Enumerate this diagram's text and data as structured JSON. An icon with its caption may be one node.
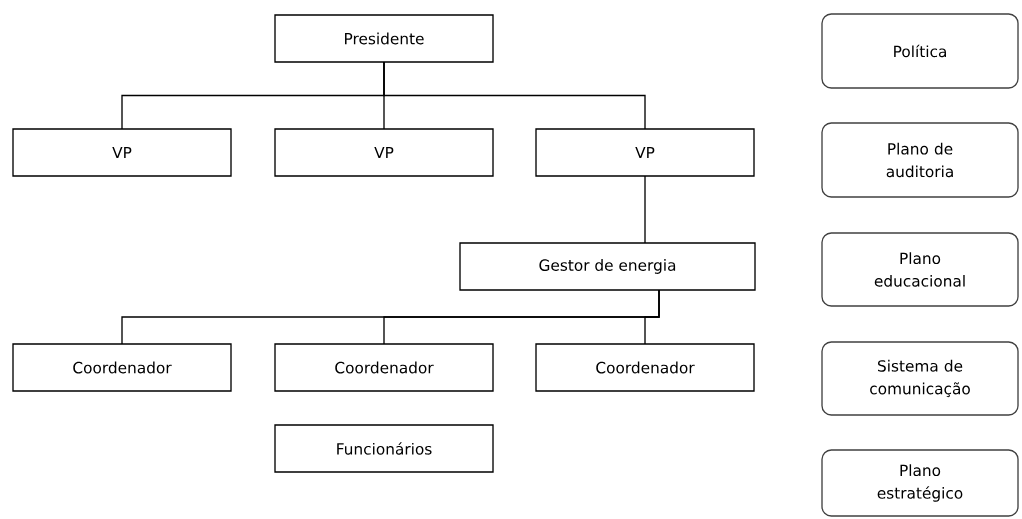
{
  "diagram": {
    "nodes": [
      {
        "text": [
          "Presidente"
        ]
      },
      {
        "text": [
          "VP"
        ]
      },
      {
        "text": [
          "VP"
        ]
      },
      {
        "text": [
          "VP"
        ]
      },
      {
        "text": [
          "Gestor de energia"
        ]
      },
      {
        "text": [
          "Coordenador"
        ]
      },
      {
        "text": [
          "Coordenador"
        ]
      },
      {
        "text": [
          "Coordenador"
        ]
      },
      {
        "text": [
          "Funcionários"
        ]
      },
      {
        "text": [
          "Política"
        ]
      },
      {
        "text": [
          "Plano de auditoria"
        ]
      },
      {
        "text": [
          "Plano educacional"
        ]
      },
      {
        "text": [
          "Sistema de comunicação"
        ]
      },
      {
        "text": [
          "Plano estratégico"
        ]
      }
    ],
    "edges": [
      {
        "from": 0,
        "to": 1,
        "arrow": "none"
      },
      {
        "from": 0,
        "to": 2,
        "arrow": "none"
      },
      {
        "from": 0,
        "to": 3,
        "arrow": "none"
      },
      {
        "from": 3,
        "to": 4,
        "arrow": "none"
      },
      {
        "from": 4,
        "to": 5,
        "arrow": "none"
      },
      {
        "from": 4,
        "to": 6,
        "arrow": "none"
      },
      {
        "from": 4,
        "to": 7,
        "arrow": "none"
      }
    ]
  }
}
